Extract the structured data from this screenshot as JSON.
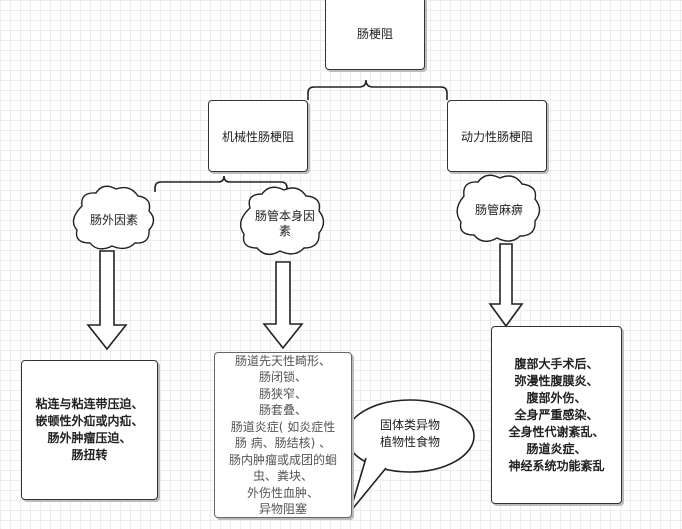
{
  "root": {
    "label": "肠梗阻"
  },
  "level1": {
    "mechanical": "机械性肠梗阻",
    "dynamic": "动力性肠梗阻"
  },
  "clouds": {
    "external": "肠外因素",
    "intrinsic": "肠管本身因素",
    "paralysis": "肠管麻痹"
  },
  "leaves": {
    "external_causes": [
      "粘连与粘连带压迫、",
      "嵌顿性外疝或内疝、",
      "肠外肿瘤压迫、",
      "肠扭转"
    ],
    "intrinsic_causes": [
      "肠道先天性畸形、",
      "肠闭锁、",
      "肠狭窄、",
      "肠套叠、",
      "肠道炎症( 如炎症性",
      "肠 病、肠结核) 、",
      "肠内肿瘤或成团的蛔",
      "虫、粪块、",
      "外伤性血肿、",
      "异物阻塞"
    ],
    "paralysis_causes": [
      "腹部大手术后、",
      "弥漫性腹膜炎、",
      "腹部外伤、",
      "全身严重感染、",
      "全身性代谢紊乱、",
      "肠道炎症、",
      "神经系统功能紊乱"
    ]
  },
  "callout": [
    "固体类异物",
    "植物性食物"
  ]
}
